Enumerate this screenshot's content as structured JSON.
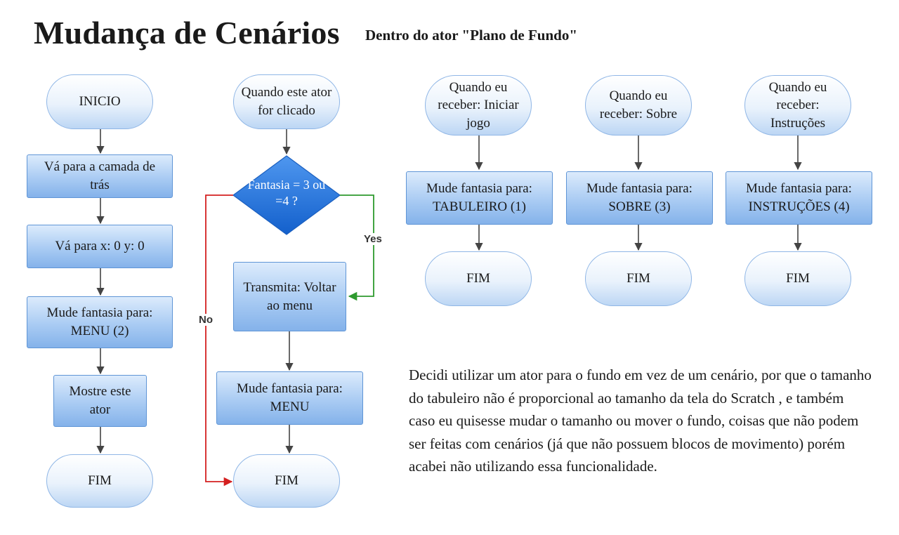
{
  "title": "Mudança de Cenários",
  "subtitle": "Dentro do ator \"Plano de Fundo\"",
  "flow1": {
    "start": "INICIO",
    "step1": "Vá para a camada de trás",
    "step2": "Vá para x: 0 y: 0",
    "step3": "Mude fantasia para: MENU (2)",
    "step4": "Mostre este ator",
    "end": "FIM"
  },
  "flow2": {
    "start": "Quando este ator for clicado",
    "decision": "Fantasia = 3 ou =4 ?",
    "yes_label": "Yes",
    "no_label": "No",
    "step1": "Transmita: Voltar ao menu",
    "step2": "Mude fantasia para: MENU",
    "end": "FIM"
  },
  "flow3": {
    "start": "Quando eu receber: Iniciar jogo",
    "step1": "Mude fantasia para: TABULEIRO (1)",
    "end": "FIM"
  },
  "flow4": {
    "start": "Quando eu receber: Sobre",
    "step1": "Mude fantasia para: SOBRE (3)",
    "end": "FIM"
  },
  "flow5": {
    "start": "Quando eu receber: Instruções",
    "step1": "Mude fantasia para: INSTRUÇÕES (4)",
    "end": "FIM"
  },
  "note": "Decidi utilizar um ator para o fundo em vez de um cenário, por que o tamanho do tabuleiro não é proporcional ao tamanho da tela do Scratch , e também caso eu quisesse mudar o tamanho ou mover o fundo, coisas que não podem ser feitas com cenários (já que não possuem blocos de movimento) porém acabei não utilizando essa funcionalidade.",
  "colors": {
    "arrow": "#444444",
    "yes": "#2e9a2e",
    "no": "#d42020",
    "process": "#8fbaf0",
    "terminal": "#e9f2fc",
    "decision": "#1f6fd6"
  }
}
